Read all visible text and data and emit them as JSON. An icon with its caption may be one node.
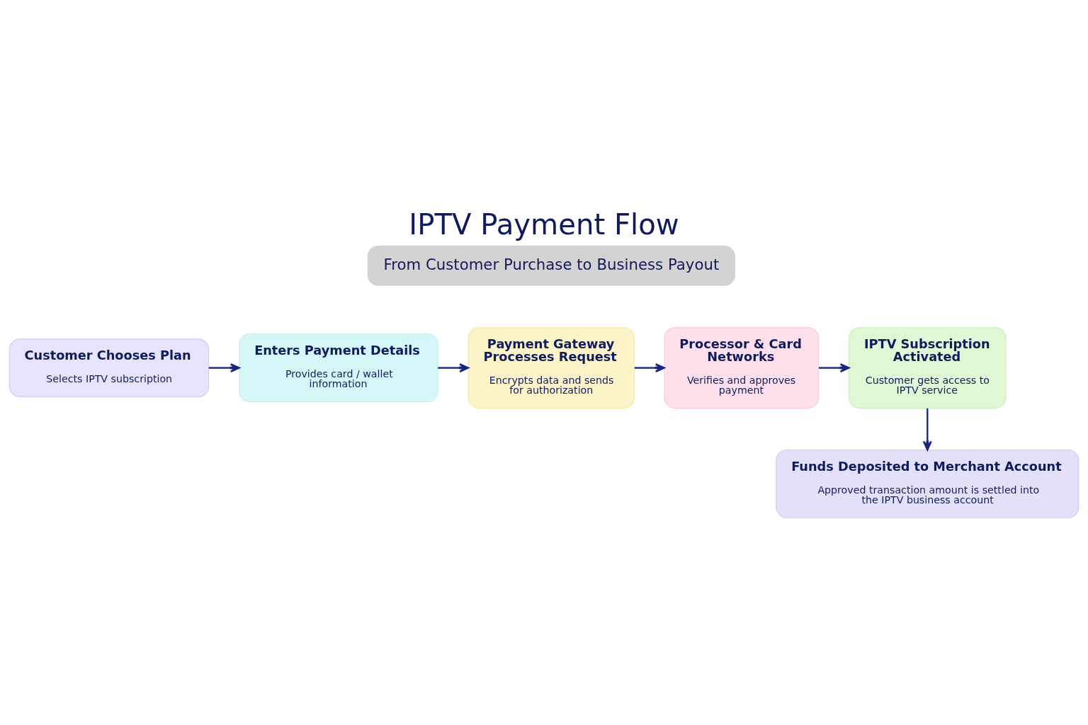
{
  "diagram": {
    "title": "IPTV Payment Flow",
    "nodes": [
      {
        "text": [
          "Customer Chooses Plan",
          "Selects IPTV subscription"
        ]
      },
      {
        "text": [
          "Enters Payment Details",
          "Provides card / wallet information"
        ]
      },
      {
        "text": [
          "Payment Gateway Processes Request",
          "Encrypts data and sends for authorization"
        ]
      },
      {
        "text": [
          "Processor & Card Networks",
          "Verifies and approves payment"
        ]
      },
      {
        "text": [
          "IPTV Subscription Activated",
          "Customer gets access to IPTV service"
        ]
      },
      {
        "text": [
          "Funds Deposited to Merchant Account",
          "Approved transaction amount is settled into the IPTV business account"
        ]
      }
    ],
    "edges": [
      {
        "from": 0,
        "to": 1,
        "arrow": "to"
      },
      {
        "from": 1,
        "to": 2,
        "arrow": "to"
      },
      {
        "from": 2,
        "to": 3,
        "arrow": "to"
      },
      {
        "from": 3,
        "to": 4,
        "arrow": "to"
      },
      {
        "from": 4,
        "to": 5,
        "arrow": "to"
      }
    ],
    "labels": [
      "From Customer Purchase to Business Payout"
    ]
  }
}
